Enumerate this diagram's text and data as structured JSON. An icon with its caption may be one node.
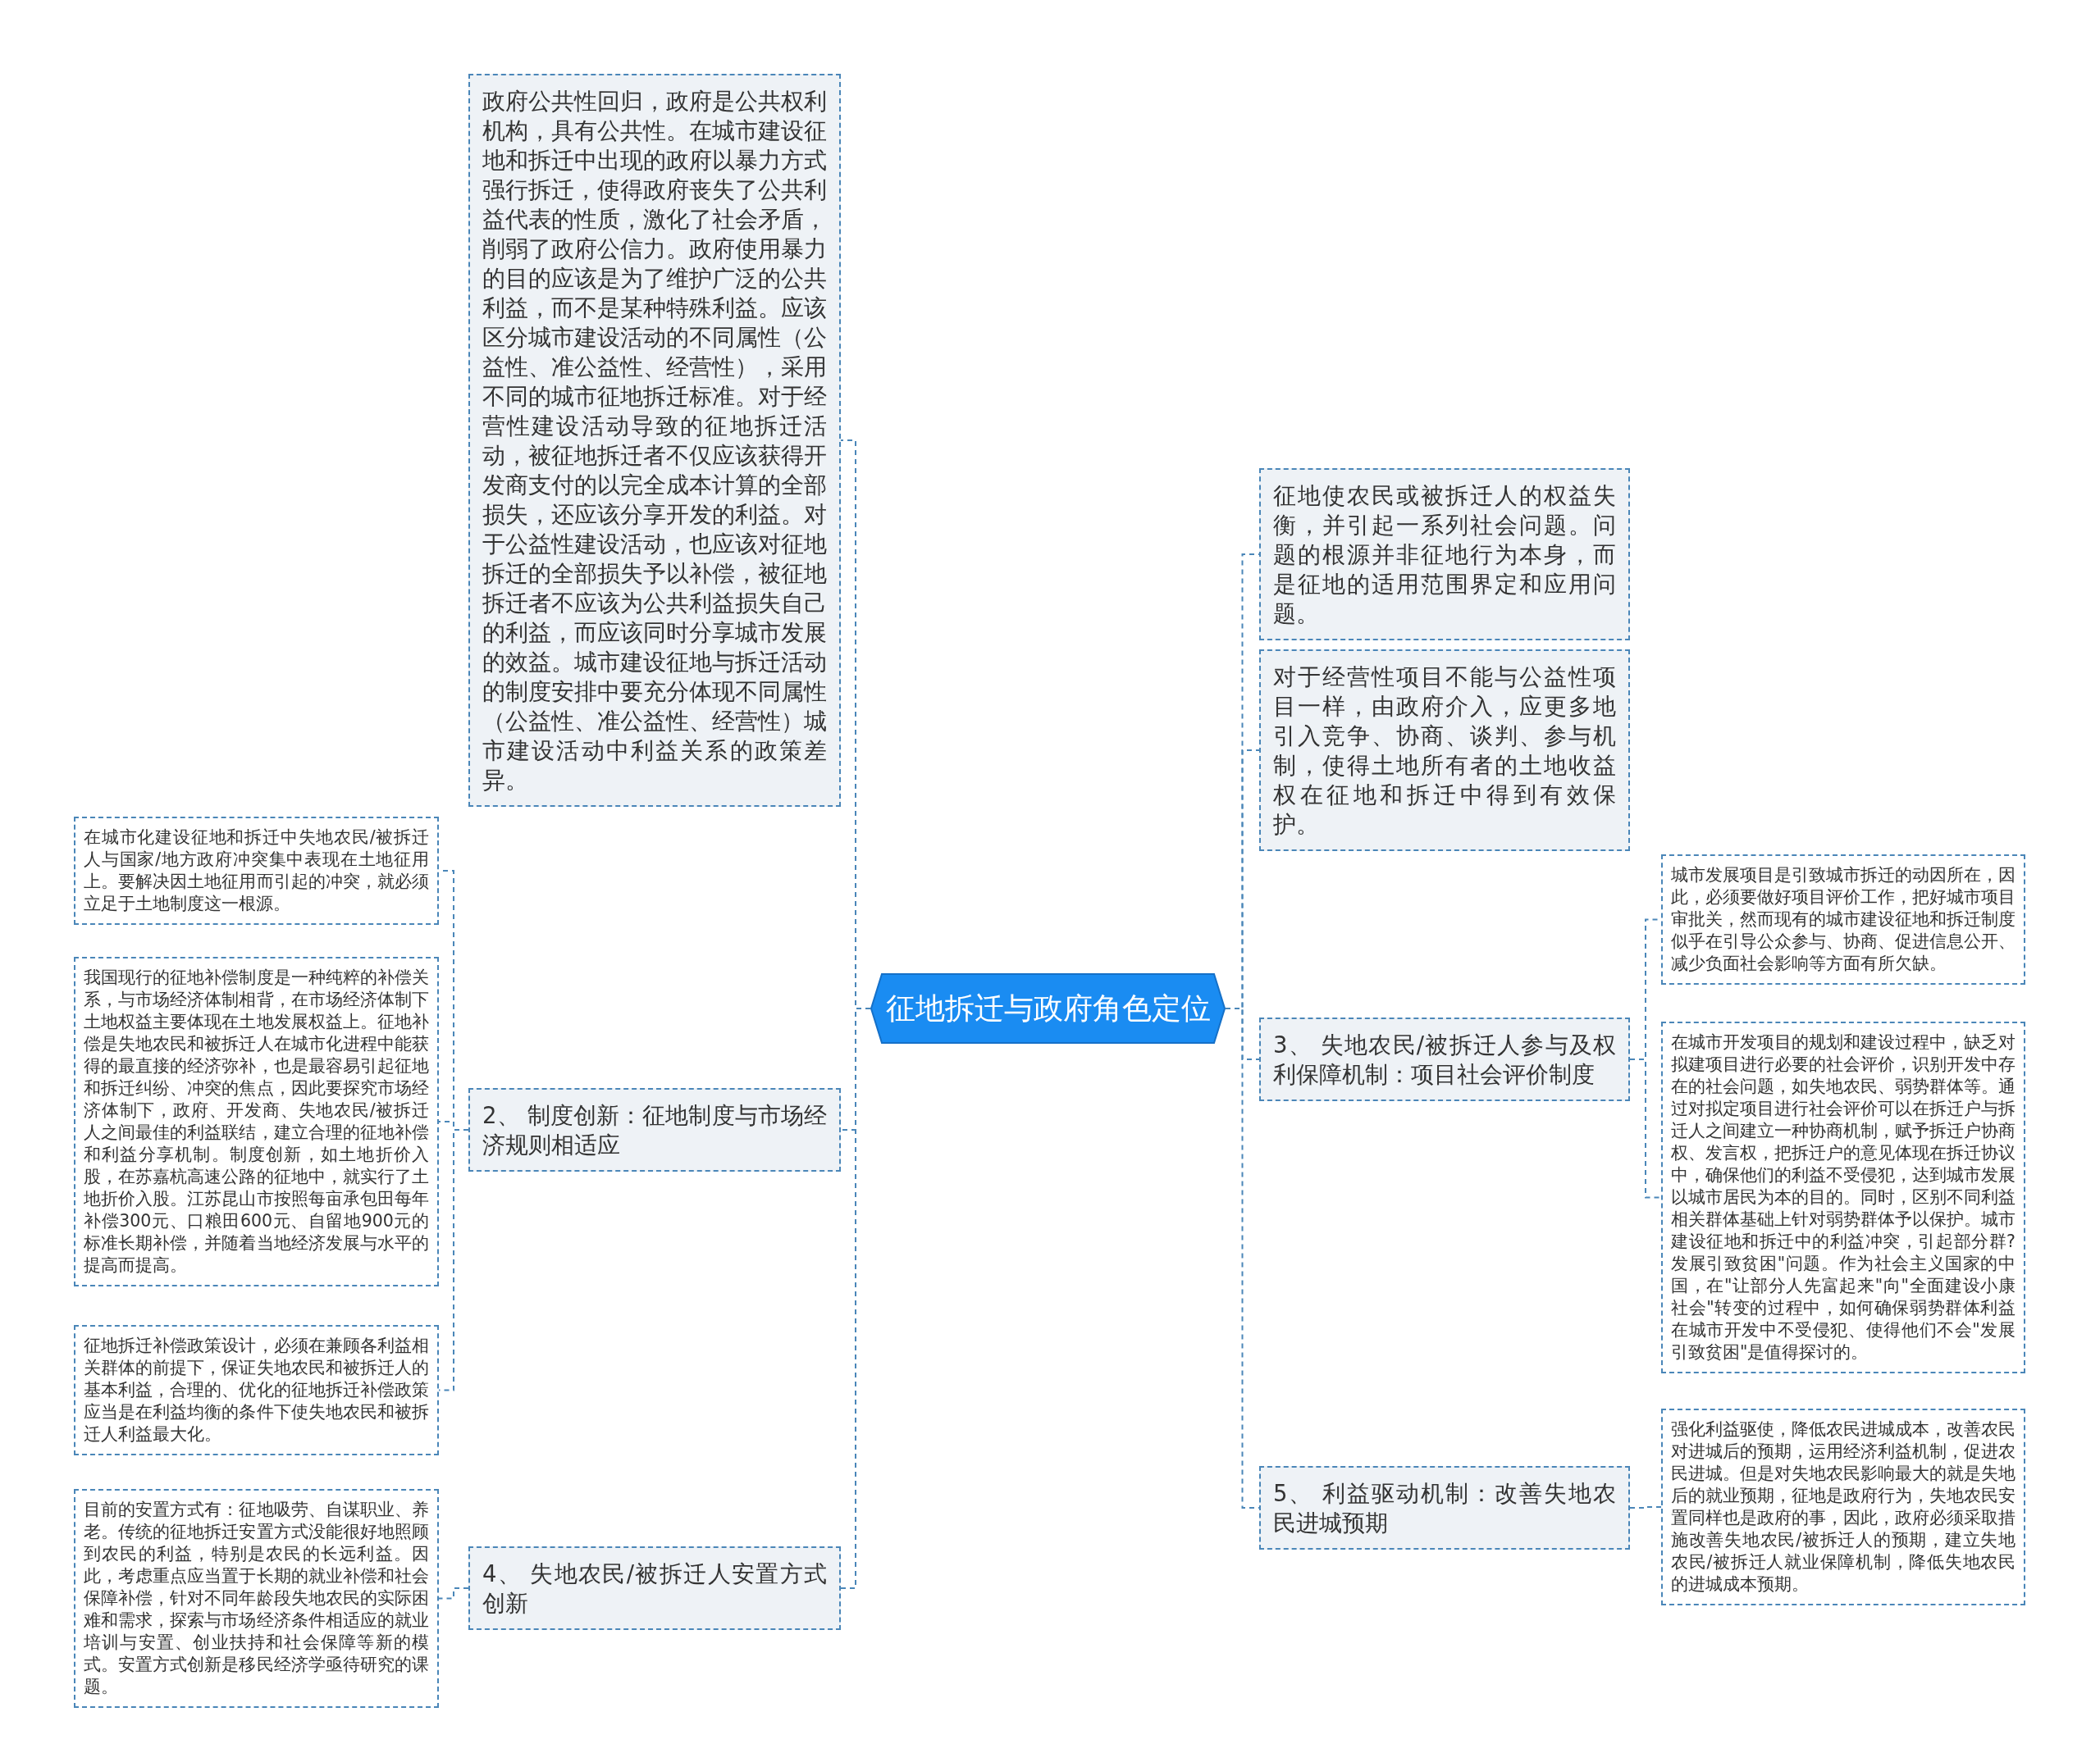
{
  "diagram": {
    "nodes": [
      {
        "text": [
          "征地拆迁与政府角色定位"
        ]
      },
      {
        "text": [
          "政府公共性回归，政府是公共权利机构，具有公共性。在城市建设征地和拆迁中出现的政府以暴力方式强行拆迁，使得政府丧失了公共利益代表的性质，激化了社会矛盾，削弱了政府公信力。政府使用暴力的目的应该是为了维护广泛的公共利益，而不是某种特殊利益。应该区分城市建设活动的不同属性（公益性、准公益性、经营性），采用不同的城市征地拆迁标准。对于经营性建设活动导致的征地拆迁活动，被征地拆迁者不仅应该获得开发商支付的以完全成本计算的全部损失，还应该分享开发的利益。对于公益性建设活动，也应该对征地拆迁的全部损失予以补偿，被征地拆迁者不应该为公共利益损失自己的利益，而应该同时分享城市发展的效益。城市建设征地与拆迁活动的制度安排中要充分体现不同属性（公益性、准公益性、经营性）城市建设活动中利益关系的政策差异。"
        ]
      },
      {
        "text": [
          "2、 制度创新：征地制度与市场经济规则相适应"
        ]
      },
      {
        "text": [
          "在城市化建设征地和拆迁中失地农民/被拆迁人与国家/地方政府冲突集中表现在土地征用上。要解决因土地征用而引起的冲突，就必须立足于土地制度这一根源。"
        ]
      },
      {
        "text": [
          "我国现行的征地补偿制度是一种纯粹的补偿关系，与市场经济体制相背，在市场经济体制下土地权益主要体现在土地发展权益上。征地补偿是失地农民和被拆迁人在城市化进程中能获得的最直接的经济弥补，也是最容易引起征地和拆迁纠纷、冲突的焦点，因此要探究市场经济体制下，政府、开发商、失地农民/被拆迁人之间最佳的利益联结，建立合理的征地补偿和利益分享机制。制度创新，如土地折价入股，在苏嘉杭高速公路的征地中，就实行了土地折价入股。江苏昆山市按照每亩承包田每年补偿300元、口粮田600元、自留地900元的标准长期补偿，并随着当地经济发展与水平的提高而提高。"
        ]
      },
      {
        "text": [
          "征地拆迁补偿政策设计，必须在兼顾各利益相关群体的前提下，保证失地农民和被拆迁人的基本利益，合理的、优化的征地拆迁补偿政策应当是在利益均衡的条件下使失地农民和被拆迁人利益最大化。"
        ]
      },
      {
        "text": [
          "4、 失地农民/被拆迁人安置方式创新"
        ]
      },
      {
        "text": [
          "目前的安置方式有：征地吸劳、自谋职业、养老。传统的征地拆迁安置方式没能很好地照顾到农民的利益，特别是农民的长远利益。因此，考虑重点应当置于长期的就业补偿和社会保障补偿，针对不同年龄段失地农民的实际困难和需求，探索与市场经济条件相适应的就业培训与安置、创业扶持和社会保障等新的模式。安置方式创新是移民经济学亟待研究的课题。"
        ]
      },
      {
        "text": [
          "征地使农民或被拆迁人的权益失衡，并引起一系列社会问题。问题的根源并非征地行为本身，而是征地的适用范围界定和应用问题。"
        ]
      },
      {
        "text": [
          "对于经营性项目不能与公益性项目一样，由政府介入，应更多地引入竞争、协商、谈判、参与机制，使得土地所有者的土地收益权在征地和拆迁中得到有效保护。"
        ]
      },
      {
        "text": [
          "3、 失地农民/被拆迁人参与及权利保障机制：项目社会评价制度"
        ]
      },
      {
        "text": [
          "城市发展项目是引致城市拆迁的动因所在，因此，必须要做好项目评价工作，把好城市项目审批关，然而现有的城市建设征地和拆迁制度似乎在引导公众参与、协商、促进信息公开、减少负面社会影响等方面有所欠缺。"
        ]
      },
      {
        "text": [
          "在城市开发项目的规划和建设过程中，缺乏对拟建项目进行必要的社会评价，识别开发中存在的社会问题，如失地农民、弱势群体等。通过对拟定项目进行社会评价可以在拆迁户与拆迁人之间建立一种协商机制，赋予拆迁户协商权、发言权，把拆迁户的意见体现在拆迁协议中，确保他们的利益不受侵犯，达到城市发展以城市居民为本的目的。同时，区别不同利益相关群体基础上针对弱势群体予以保护。城市建设征地和拆迁中的利益冲突，引起部分群?发展引致贫困\"问题。作为社会主义国家的中国，在\"让部分人先富起来\"向\"全面建设小康社会\"转变的过程中，如何确保弱势群体利益在城市开发中不受侵犯、使得他们不会\"发展引致贫困\"是值得探讨的。"
        ]
      },
      {
        "text": [
          "5、 利益驱动机制：改善失地农民进城预期"
        ]
      },
      {
        "text": [
          "强化利益驱使，降低农民进城成本，改善农民对进城后的预期，运用经济利益机制，促进农民进城。但是对失地农民影响最大的就是失地后的就业预期，征地是政府行为，失地农民安置同样也是政府的事，因此，政府必须采取措施改善失地农民/被拆迁人的预期，建立失地农民/被拆迁人就业保障机制，降低失地农民的进城成本预期。"
        ]
      }
    ],
    "edges": [
      {
        "from": 0,
        "to": 1,
        "arrow": "none"
      },
      {
        "from": 0,
        "to": 2,
        "arrow": "none"
      },
      {
        "from": 2,
        "to": 3,
        "arrow": "none"
      },
      {
        "from": 2,
        "to": 4,
        "arrow": "none"
      },
      {
        "from": 2,
        "to": 5,
        "arrow": "none"
      },
      {
        "from": 0,
        "to": 6,
        "arrow": "none"
      },
      {
        "from": 6,
        "to": 7,
        "arrow": "none"
      },
      {
        "from": 0,
        "to": 8,
        "arrow": "none"
      },
      {
        "from": 0,
        "to": 9,
        "arrow": "none"
      },
      {
        "from": 0,
        "to": 10,
        "arrow": "none"
      },
      {
        "from": 10,
        "to": 11,
        "arrow": "none"
      },
      {
        "from": 10,
        "to": 12,
        "arrow": "none"
      },
      {
        "from": 0,
        "to": 13,
        "arrow": "none"
      },
      {
        "from": 13,
        "to": 14,
        "arrow": "none"
      }
    ]
  }
}
